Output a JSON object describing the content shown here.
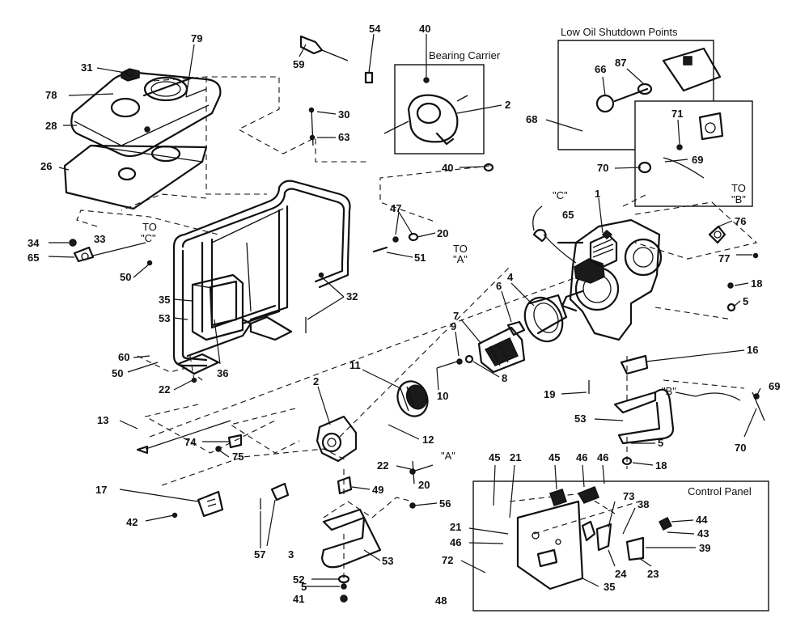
{
  "section_labels": {
    "bearing_carrier": "Bearing Carrier",
    "low_oil": "Low Oil Shutdown Points",
    "control_panel": "Control Panel"
  },
  "callouts": [
    {
      "id": "c31",
      "text": "31"
    },
    {
      "id": "c79",
      "text": "79"
    },
    {
      "id": "c78",
      "text": "78"
    },
    {
      "id": "c28",
      "text": "28"
    },
    {
      "id": "c26",
      "text": "26"
    },
    {
      "id": "c54",
      "text": "54"
    },
    {
      "id": "c40a",
      "text": "40"
    },
    {
      "id": "c59",
      "text": "59"
    },
    {
      "id": "c2a",
      "text": "2"
    },
    {
      "id": "c30",
      "text": "30"
    },
    {
      "id": "c63",
      "text": "63"
    },
    {
      "id": "c40b",
      "text": "40"
    },
    {
      "id": "c66",
      "text": "66"
    },
    {
      "id": "c87",
      "text": "87"
    },
    {
      "id": "c68",
      "text": "68"
    },
    {
      "id": "c71",
      "text": "71"
    },
    {
      "id": "c70a",
      "text": "70"
    },
    {
      "id": "c69a",
      "text": "69"
    },
    {
      "id": "toB1",
      "text": "TO"
    },
    {
      "id": "toB2",
      "text": "\"B\""
    },
    {
      "id": "qC1",
      "text": "\"C\""
    },
    {
      "id": "c1",
      "text": "1"
    },
    {
      "id": "c65a",
      "text": "65"
    },
    {
      "id": "c76",
      "text": "76"
    },
    {
      "id": "c77",
      "text": "77"
    },
    {
      "id": "c47",
      "text": "47"
    },
    {
      "id": "c20a",
      "text": "20"
    },
    {
      "id": "toA1",
      "text": "TO"
    },
    {
      "id": "toA2",
      "text": "\"A\""
    },
    {
      "id": "c51",
      "text": "51"
    },
    {
      "id": "c34",
      "text": "34"
    },
    {
      "id": "c33",
      "text": "33"
    },
    {
      "id": "toC1",
      "text": "TO"
    },
    {
      "id": "toC2",
      "text": "\"C\""
    },
    {
      "id": "c65b",
      "text": "65"
    },
    {
      "id": "c50a",
      "text": "50"
    },
    {
      "id": "c35a",
      "text": "35"
    },
    {
      "id": "c53a",
      "text": "53"
    },
    {
      "id": "c32",
      "text": "32"
    },
    {
      "id": "c60",
      "text": "60"
    },
    {
      "id": "c50b",
      "text": "50"
    },
    {
      "id": "c22a",
      "text": "22"
    },
    {
      "id": "c36",
      "text": "36"
    },
    {
      "id": "c6",
      "text": "6"
    },
    {
      "id": "c4",
      "text": "4"
    },
    {
      "id": "c7",
      "text": "7"
    },
    {
      "id": "c9",
      "text": "9"
    },
    {
      "id": "c8",
      "text": "8"
    },
    {
      "id": "c18a",
      "text": "18"
    },
    {
      "id": "c5a",
      "text": "5"
    },
    {
      "id": "c16",
      "text": "16"
    },
    {
      "id": "c11",
      "text": "11"
    },
    {
      "id": "c10",
      "text": "10"
    },
    {
      "id": "c19",
      "text": "19"
    },
    {
      "id": "c2b",
      "text": "2"
    },
    {
      "id": "qB",
      "text": "\"B\""
    },
    {
      "id": "c69b",
      "text": "69"
    },
    {
      "id": "c13",
      "text": "13"
    },
    {
      "id": "c12",
      "text": "12"
    },
    {
      "id": "c53b",
      "text": "53"
    },
    {
      "id": "c74",
      "text": "74"
    },
    {
      "id": "c75",
      "text": "75"
    },
    {
      "id": "c5b",
      "text": "5"
    },
    {
      "id": "c70b",
      "text": "70"
    },
    {
      "id": "c18b",
      "text": "18"
    },
    {
      "id": "c22b",
      "text": "22"
    },
    {
      "id": "qA",
      "text": "\"A\""
    },
    {
      "id": "c20b",
      "text": "20"
    },
    {
      "id": "c45a",
      "text": "45"
    },
    {
      "id": "c21a",
      "text": "21"
    },
    {
      "id": "c45b",
      "text": "45"
    },
    {
      "id": "c46a",
      "text": "46"
    },
    {
      "id": "c46b",
      "text": "46"
    },
    {
      "id": "c17",
      "text": "17"
    },
    {
      "id": "c49",
      "text": "49"
    },
    {
      "id": "c42",
      "text": "42"
    },
    {
      "id": "c56",
      "text": "56"
    },
    {
      "id": "c73",
      "text": "73"
    },
    {
      "id": "c38",
      "text": "38"
    },
    {
      "id": "c44",
      "text": "44"
    },
    {
      "id": "c21b",
      "text": "21"
    },
    {
      "id": "c43",
      "text": "43"
    },
    {
      "id": "c46c",
      "text": "46"
    },
    {
      "id": "c39",
      "text": "39"
    },
    {
      "id": "c57",
      "text": "57"
    },
    {
      "id": "c3",
      "text": "3"
    },
    {
      "id": "c53c",
      "text": "53"
    },
    {
      "id": "c72",
      "text": "72"
    },
    {
      "id": "c24",
      "text": "24"
    },
    {
      "id": "c23",
      "text": "23"
    },
    {
      "id": "c52",
      "text": "52"
    },
    {
      "id": "c5c",
      "text": "5"
    },
    {
      "id": "c41",
      "text": "41"
    },
    {
      "id": "c48",
      "text": "48"
    },
    {
      "id": "c35b",
      "text": "35"
    }
  ]
}
